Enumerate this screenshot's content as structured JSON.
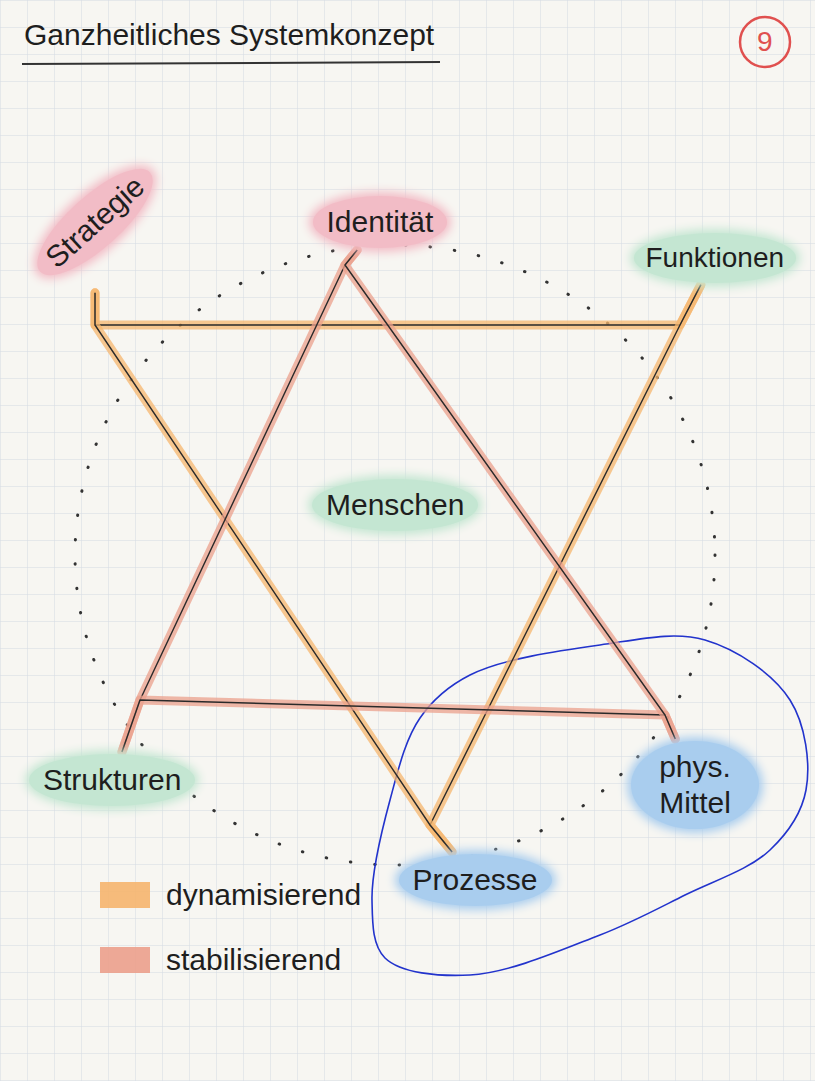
{
  "diagram": {
    "title": "Ganzheitliches Systemkonzept",
    "nodes": [
      {
        "text": [
          "Strategie"
        ]
      },
      {
        "text": [
          "Identität"
        ]
      },
      {
        "text": [
          "Funktionen"
        ]
      },
      {
        "text": [
          "Menschen"
        ]
      },
      {
        "text": [
          "Strukturen"
        ]
      },
      {
        "text": [
          "phys. Mittel"
        ]
      },
      {
        "text": [
          "Prozesse"
        ]
      }
    ],
    "edges": [
      {
        "from": 0,
        "to": 2,
        "arrow": "none"
      },
      {
        "from": 2,
        "to": 6,
        "arrow": "none"
      },
      {
        "from": 6,
        "to": 0,
        "arrow": "none"
      },
      {
        "from": 1,
        "to": 4,
        "arrow": "none"
      },
      {
        "from": 4,
        "to": 5,
        "arrow": "none"
      },
      {
        "from": 5,
        "to": 1,
        "arrow": "none"
      }
    ],
    "labels": [
      "9"
    ],
    "legend": [
      {
        "text": "dynamisierend",
        "color": "#f5b56e"
      },
      {
        "text": "stabilisierend",
        "color": "#eba08c"
      }
    ]
  }
}
